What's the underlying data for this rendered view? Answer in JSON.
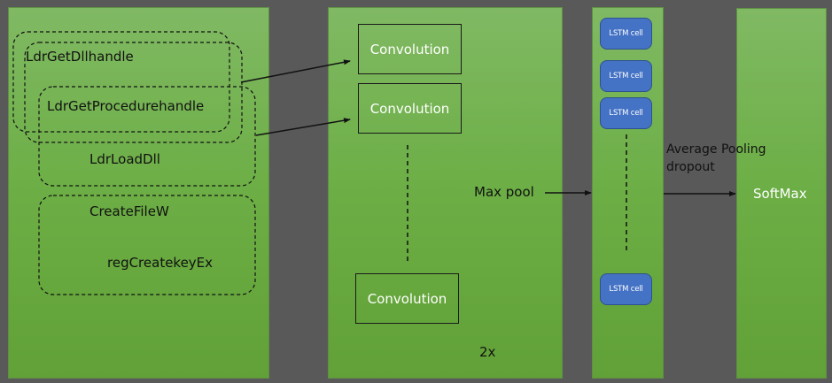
{
  "input_panel": {
    "api_calls": [
      {
        "label": "LdrGetDllhandle"
      },
      {
        "label": "LdrGetProcedurehandle"
      },
      {
        "label": "LdrLoadDll"
      },
      {
        "label": "CreateFileW"
      },
      {
        "label": "regCreatekeyEx"
      }
    ]
  },
  "conv_panel": {
    "blocks": [
      {
        "label": "Convolution"
      },
      {
        "label": "Convolution"
      },
      {
        "label": "Convolution"
      }
    ],
    "pool_label": "Max pool",
    "repeat_label": "2x"
  },
  "lstm_panel": {
    "cells": [
      {
        "label": "LSTM cell"
      },
      {
        "label": "LSTM cell"
      },
      {
        "label": "LSTM cell"
      },
      {
        "label": "LSTM cell"
      }
    ],
    "post_label_line1": "Average Pooling",
    "post_label_line2": "dropout"
  },
  "output_panel": {
    "label": "SoftMax"
  },
  "colors": {
    "background": "#595959",
    "panel_green": "#6cae45",
    "lstm_blue": "#4472c4",
    "line": "#111111"
  }
}
